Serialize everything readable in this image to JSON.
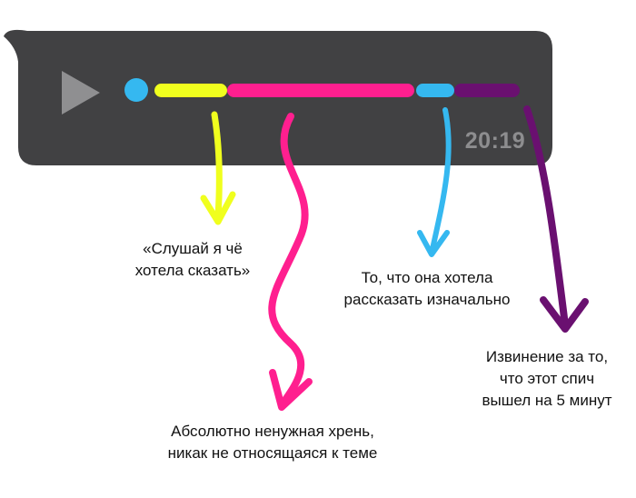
{
  "voice_message": {
    "duration": "20:19",
    "play_icon": "play-icon",
    "bubble_color": "#414143",
    "segments": [
      {
        "name": "intro",
        "color": "#f0ff1e"
      },
      {
        "name": "irrelevant",
        "color": "#ff1f8f"
      },
      {
        "name": "original-point",
        "color": "#35b8f0"
      },
      {
        "name": "apology",
        "color": "#6a1070"
      }
    ],
    "playhead_color": "#35b8f0"
  },
  "annotations": {
    "yellow": {
      "color": "#f0ff1e",
      "lines": [
        "«Слушай я чё",
        "хотела сказать»"
      ]
    },
    "magenta": {
      "color": "#ff1f8f",
      "lines": [
        "Абсолютно ненужная хрень,",
        "никак не относящаяся к теме"
      ]
    },
    "cyan": {
      "color": "#35b8f0",
      "lines": [
        "То, что она хотела",
        "рассказать изначально"
      ]
    },
    "purple": {
      "color": "#6a1070",
      "lines": [
        "Извинение за то,",
        "что этот спич",
        "вышел на 5 минут"
      ]
    }
  }
}
